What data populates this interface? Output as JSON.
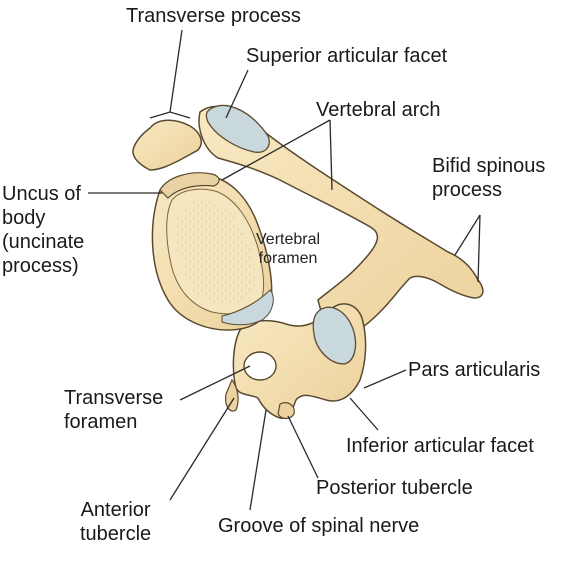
{
  "labels": {
    "transverse_process": "Transverse process",
    "superior_articular_facet": "Superior articular facet",
    "vertebral_arch": "Vertebral arch",
    "bifid_spinous_process": [
      "Bifid spinous",
      "process"
    ],
    "uncus_of_body": [
      "Uncus of",
      "body",
      "(uncinate",
      "process)"
    ],
    "vertebral_foramen": [
      "Vertebral",
      "foramen"
    ],
    "pars_articularis": "Pars articularis",
    "transverse_foramen": [
      "Transverse",
      "foramen"
    ],
    "inferior_articular_facet": "Inferior articular facet",
    "posterior_tubercle": "Posterior tubercle",
    "anterior_tubercle": [
      "Anterior",
      "tubercle"
    ],
    "groove_of_spinal_nerve": "Groove of spinal nerve"
  },
  "colors": {
    "bone": "#f4dfb0",
    "bone_shadow": "#e3c68a",
    "cartilage": "#c9d8dc",
    "outline": "#5a4a30",
    "leader": "#2a2a2a"
  }
}
